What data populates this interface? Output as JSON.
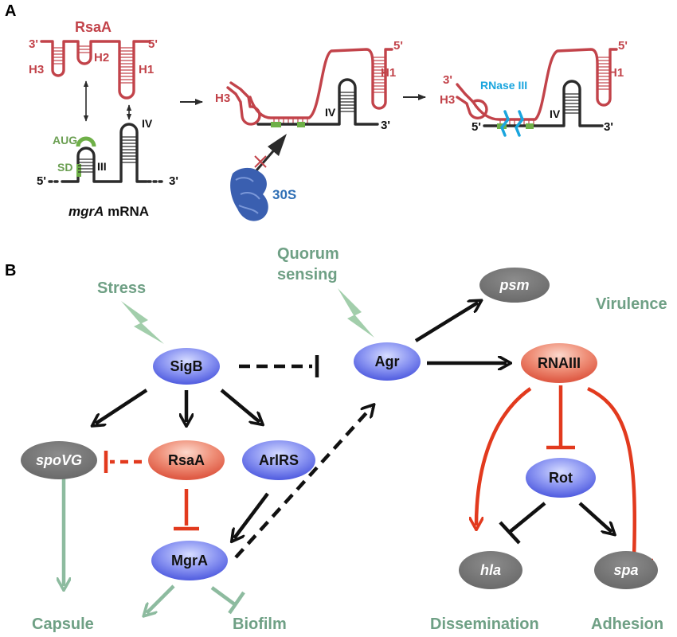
{
  "panel_a": {
    "label": "A",
    "rsaa_title": "RsaA",
    "three_prime": "3'",
    "five_prime": "5'",
    "hairpins": [
      "H1",
      "H2",
      "H3"
    ],
    "aug": "AUG",
    "sd": "SD",
    "stem_iii": "III",
    "stem_iv": "IV",
    "mrna_gene": "mgrA",
    "mrna_suffix": " mRNA",
    "rnase": "RNase III",
    "ribosome": "30S"
  },
  "panel_b": {
    "label": "B",
    "signals": {
      "stress": "Stress",
      "quorum_line1": "Quorum",
      "quorum_line2": "sensing"
    },
    "nodes": {
      "sigb": "SigB",
      "agr": "Agr",
      "psm": "psm",
      "rnaiii": "RNAIII",
      "spovg": "spoVG",
      "rsaa": "RsaA",
      "arlrs": "ArlRS",
      "rot": "Rot",
      "mgra": "MgrA",
      "hla": "hla",
      "spa": "spa"
    },
    "outcomes": {
      "virulence": "Virulence",
      "capsule": "Capsule",
      "biofilm": "Biofilm",
      "dissemination": "Dissemination",
      "adhesion": "Adhesion"
    }
  },
  "colors": {
    "rsaa_red": "#c2434a",
    "rna_black": "#2b2b2b",
    "sd_green": "#6fb048",
    "rnase_cyan": "#1aa5de",
    "ribosome_blue": "#3a5fb0",
    "node_blue": "#5a67e6",
    "node_red": "#e8705f",
    "node_gray": "#7a7a7a",
    "outcome_green": "#6fa085",
    "repression_red": "#e23a1e"
  }
}
